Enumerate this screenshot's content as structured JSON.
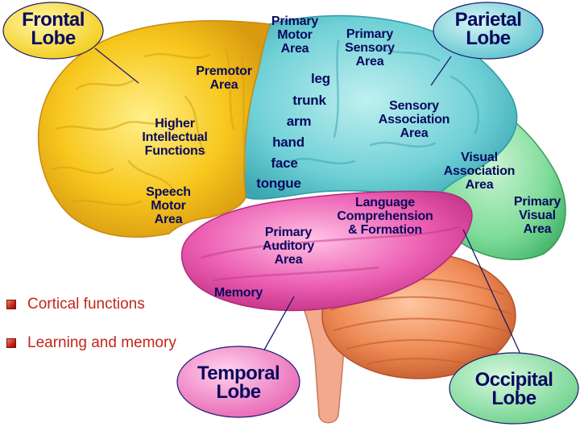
{
  "lobes": {
    "frontal": [
      "Frontal",
      "Lobe"
    ],
    "parietal": [
      "Parietal",
      "Lobe"
    ],
    "temporal": [
      "Temporal",
      "Lobe"
    ],
    "occipital": [
      "Occipital",
      "Lobe"
    ]
  },
  "regions": {
    "primary_motor": [
      "Primary",
      "Motor",
      "Area"
    ],
    "primary_sensory": [
      "Primary",
      "Sensory",
      "Area"
    ],
    "premotor": [
      "Premotor",
      "Area"
    ],
    "higher_intellectual": [
      "Higher",
      "Intellectual",
      "Functions"
    ],
    "speech_motor": [
      "Speech",
      "Motor",
      "Area"
    ],
    "sensory_association": [
      "Sensory",
      "Association",
      "Area"
    ],
    "visual_association": [
      "Visual",
      "Association",
      "Area"
    ],
    "primary_visual": [
      "Primary",
      "Visual",
      "Area"
    ],
    "language": [
      "Language",
      "Comprehension",
      "& Formation"
    ],
    "primary_auditory": [
      "Primary",
      "Auditory",
      "Area"
    ],
    "memory": "Memory"
  },
  "body_parts": [
    "leg",
    "trunk",
    "arm",
    "hand",
    "face",
    "tongue"
  ],
  "bullets": [
    "Cortical functions",
    "Learning and memory"
  ],
  "colors": {
    "frontal": "#f7c81e",
    "parietal": "#6fd0d6",
    "occipital": "#7fdc9a",
    "temporal": "#ec5fb2",
    "cerebellum": "#ee8a55",
    "text": "#0a0a5e",
    "bullet_text": "#c0271b"
  }
}
